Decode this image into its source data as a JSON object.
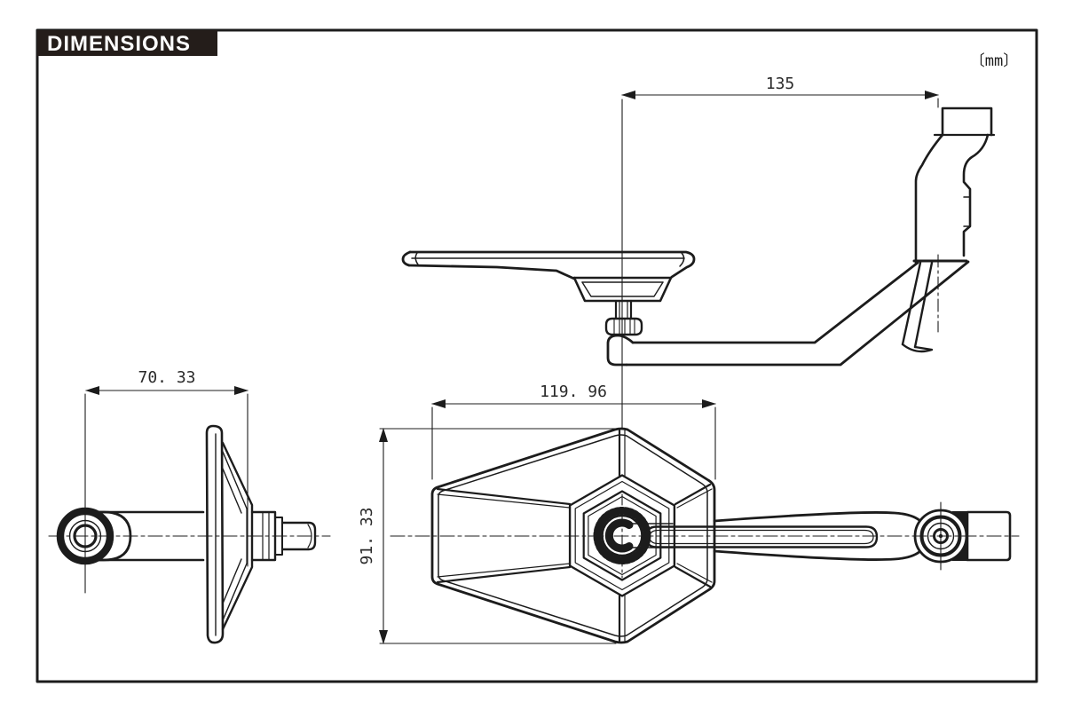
{
  "sheet": {
    "title": "DIMENSIONS",
    "units_note": "〔mm〕"
  },
  "dimensions": {
    "arm_offset": {
      "label": "135",
      "value": 135,
      "unit": "mm"
    },
    "mount_depth": {
      "label": "70. 33",
      "value": 70.33,
      "unit": "mm"
    },
    "head_width": {
      "label": "119. 96",
      "value": 119.96,
      "unit": "mm"
    },
    "head_height": {
      "label": "91. 33",
      "value": 91.33,
      "unit": "mm"
    }
  },
  "colors": {
    "line": "#1c1c1c",
    "background": "#ffffff",
    "title_bg": "#241d1a",
    "title_fg": "#ffffff"
  }
}
